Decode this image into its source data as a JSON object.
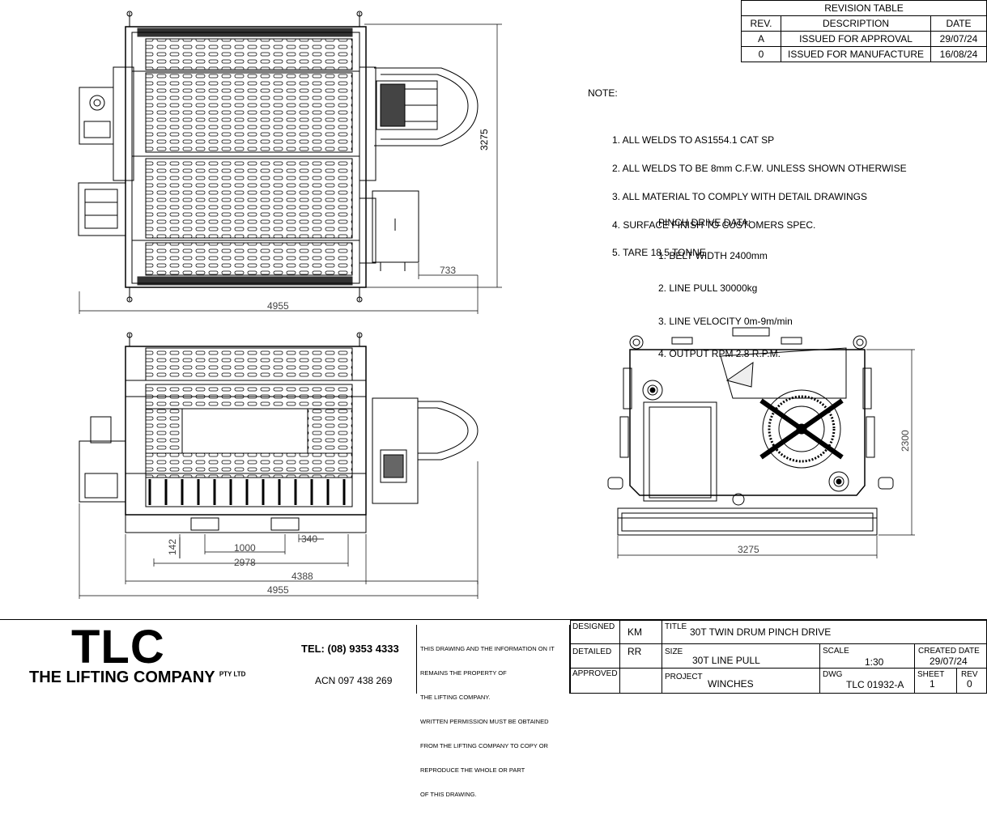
{
  "revision_table": {
    "title": "REVISION TABLE",
    "headers": [
      "REV.",
      "DESCRIPTION",
      "DATE"
    ],
    "rows": [
      {
        "rev": "A",
        "description": "ISSUED FOR APPROVAL",
        "date": "29/07/24"
      },
      {
        "rev": "0",
        "description": "ISSUED FOR MANUFACTURE",
        "date": "16/08/24"
      }
    ]
  },
  "notes": {
    "heading": "NOTE:",
    "items": [
      "1. ALL WELDS TO AS1554.1 CAT SP",
      "2. ALL WELDS TO BE 8mm C.F.W. UNLESS SHOWN OTHERWISE",
      "3. ALL MATERIAL TO COMPLY WITH DETAIL DRAWINGS",
      "4. SURFACE FINISH TO CUSTOMERS SPEC.",
      "5. TARE 18.5 TONNE"
    ]
  },
  "pinch_drive": {
    "heading": "PINCH DRIVE DATA:",
    "items": [
      "1. BELT WIDTH 2400mm",
      "2. LINE PULL 30000kg",
      "3. LINE VELOCITY 0m-9m/min",
      "4. OUTPUT RPM 2.8 R.P.M."
    ]
  },
  "dimensions": {
    "top_height": "3275",
    "top_offset": "733",
    "top_width": "4955",
    "side_142": "142",
    "side_1000": "1000",
    "side_340": "340",
    "side_2978": "2978",
    "side_4388": "4388",
    "side_4955": "4955",
    "end_height": "2300",
    "end_width": "3275"
  },
  "title_block": {
    "logo": "TLC",
    "company": "THE LIFTING COMPANY",
    "company_suffix": "PTY LTD",
    "tel": "TEL: (08) 9353 4333",
    "acn": "ACN 097 438 269",
    "disclaimer": [
      "THIS DRAWING AND THE INFORMATION ON IT",
      "REMAINS THE PROPERTY OF",
      "THE LIFTING COMPANY.",
      "WRITTEN PERMISSION MUST BE OBTAINED",
      "FROM THE LIFTING COMPANY TO COPY OR",
      "REPRODUCE THE WHOLE OR PART",
      "OF THIS DRAWING."
    ],
    "designed_label": "DESIGNED",
    "designed_value": "KM",
    "detailed_label": "DETAILED",
    "detailed_value": "RR",
    "approved_label": "APPROVED",
    "approved_value": "",
    "title_label": "TITLE",
    "title_value": "30T TWIN DRUM PINCH DRIVE",
    "size_label": "SIZE",
    "size_value": "30T LINE PULL",
    "scale_label": "SCALE",
    "scale_value": "1:30",
    "created_label": "CREATED DATE",
    "created_value": "29/07/24",
    "project_label": "PROJECT",
    "project_value": "WINCHES",
    "dwg_label": "DWG",
    "dwg_value": "TLC 01932-A",
    "sheet_label": "SHEET",
    "sheet_value": "1",
    "rev_label": "REV",
    "rev_value": "0"
  }
}
